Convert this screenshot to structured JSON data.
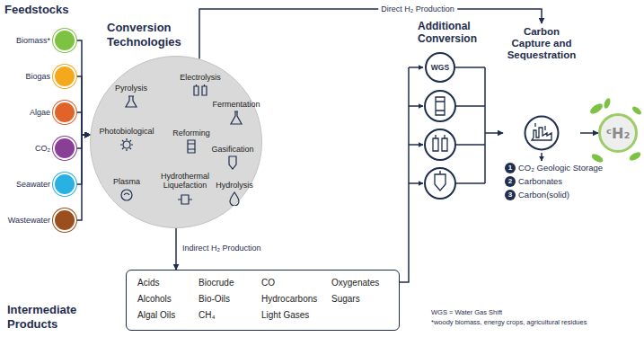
{
  "diagram": {
    "nodes": [
      {
        "text": [
          "Biomass*"
        ]
      },
      {
        "text": [
          "Biogas"
        ]
      },
      {
        "text": [
          "Algae"
        ]
      },
      {
        "text": [
          "CO₂"
        ]
      },
      {
        "text": [
          "Seawater"
        ]
      },
      {
        "text": [
          "Wastewater"
        ]
      },
      {
        "text": [
          "Conversion Technologies"
        ]
      },
      {
        "text": [
          "Electrolysis"
        ],
        "in": 6
      },
      {
        "text": [
          "Pyrolysis"
        ],
        "in": 6
      },
      {
        "text": [
          "Fermentation"
        ],
        "in": 6
      },
      {
        "text": [
          "Photobiological"
        ],
        "in": 6
      },
      {
        "text": [
          "Reforming"
        ],
        "in": 6
      },
      {
        "text": [
          "Gasification"
        ],
        "in": 6
      },
      {
        "text": [
          "Plasma"
        ],
        "in": 6
      },
      {
        "text": [
          "Hydrothermal Liquefaction"
        ],
        "in": 6
      },
      {
        "text": [
          "Hydrolysis"
        ],
        "in": 6
      },
      {
        "text": [
          "Intermediate Products",
          "Acids",
          "Alcohols",
          "Algal Oils",
          "Biocrude",
          "Bio-Oils",
          "CH₄",
          "CO",
          "Hydrocarbons",
          "Light Gases",
          "Oxygenates",
          "Sugars"
        ]
      },
      {
        "text": [
          "Additional Conversion"
        ]
      },
      {
        "text": [
          "WGS"
        ],
        "in": 17
      },
      {
        "text": [
          "Carbon Capture and Sequestration"
        ]
      },
      {
        "text": [
          "ᶜH₂"
        ]
      }
    ],
    "edges": [
      {
        "from": 0,
        "to": 6,
        "arrow": "to"
      },
      {
        "from": 1,
        "to": 6,
        "arrow": "to"
      },
      {
        "from": 2,
        "to": 6,
        "arrow": "to"
      },
      {
        "from": 3,
        "to": 6,
        "arrow": "to"
      },
      {
        "from": 4,
        "to": 6,
        "arrow": "to"
      },
      {
        "from": 5,
        "to": 6,
        "arrow": "to"
      },
      {
        "from": 6,
        "to": 19,
        "label": "Direct H₂ Production",
        "arrow": "to"
      },
      {
        "from": 6,
        "to": 16,
        "label": "Indirect H₂ Production",
        "arrow": "to"
      },
      {
        "from": 16,
        "to": 17,
        "arrow": "none"
      },
      {
        "from": 17,
        "to": 19,
        "arrow": "to"
      },
      {
        "from": 19,
        "to": 20,
        "arrow": "to"
      }
    ],
    "labels": [
      "Feedstocks",
      "1",
      "CO₂ Geologic Storage",
      "2",
      "Carbonates",
      "3",
      "Carbon(solid)",
      "WGS = Water Gas Shift",
      "*woody biomass, energy crops, agricultural residues"
    ]
  }
}
